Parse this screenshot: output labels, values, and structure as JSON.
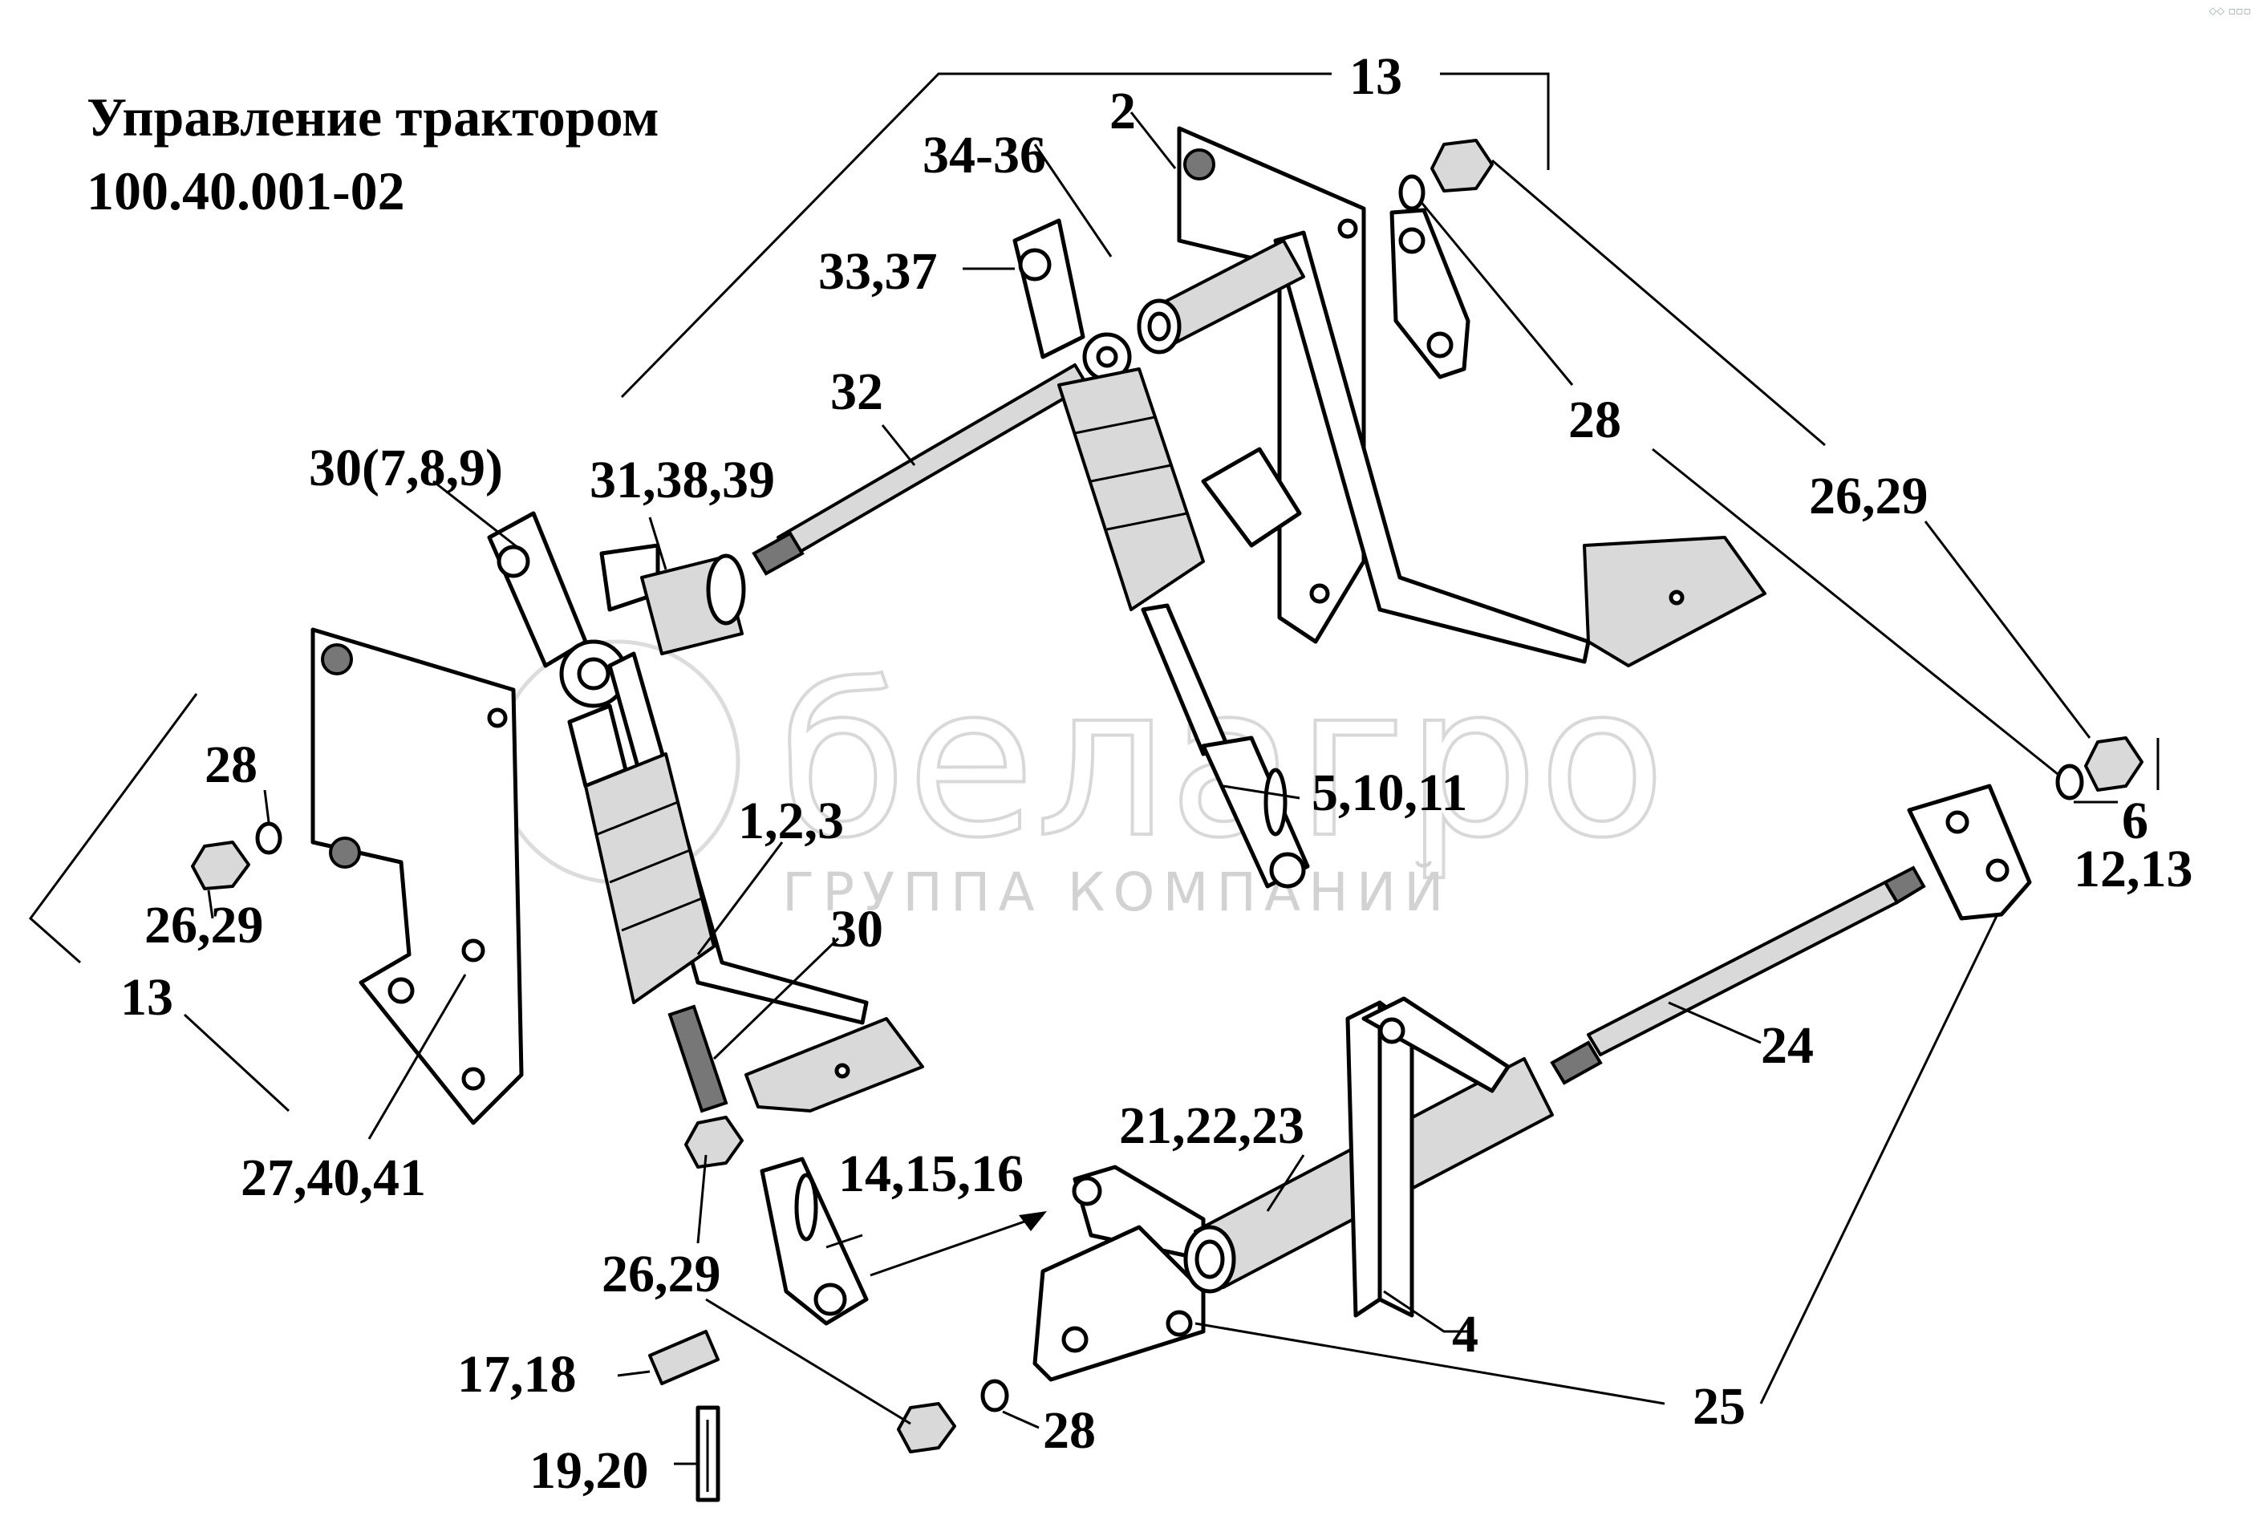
{
  "title": {
    "line1": "Управление трактором",
    "line2": "100.40.001-02"
  },
  "watermark": {
    "brand": "белагро",
    "tagline": "ГРУППА КОМПАНИЙ"
  },
  "callouts": {
    "c13_top": "13",
    "c2": "2",
    "c34_36": "34-36",
    "c33_37": "33,37",
    "c32": "32",
    "c28_upper": "28",
    "c26_29_upper": "26,29",
    "c30_789": "30(7,8,9)",
    "c31_38_39": "31,38,39",
    "c5_10_11": "5,10,11",
    "c1_2_3": "1,2,3",
    "c30": "30",
    "c6": "6",
    "c12_13": "12,13",
    "c28_left": "28",
    "c26_29_left": "26,29",
    "c13_left": "13",
    "c27_40_41": "27,40,41",
    "c24": "24",
    "c21_22_23": "21,22,23",
    "c14_15_16": "14,15,16",
    "c26_29_lower": "26,29",
    "c17_18": "17,18",
    "c19_20": "19,20",
    "c28_lower": "28",
    "c4": "4",
    "c25": "25"
  },
  "corner_mark": "⬦⬦ ▫▫▫"
}
